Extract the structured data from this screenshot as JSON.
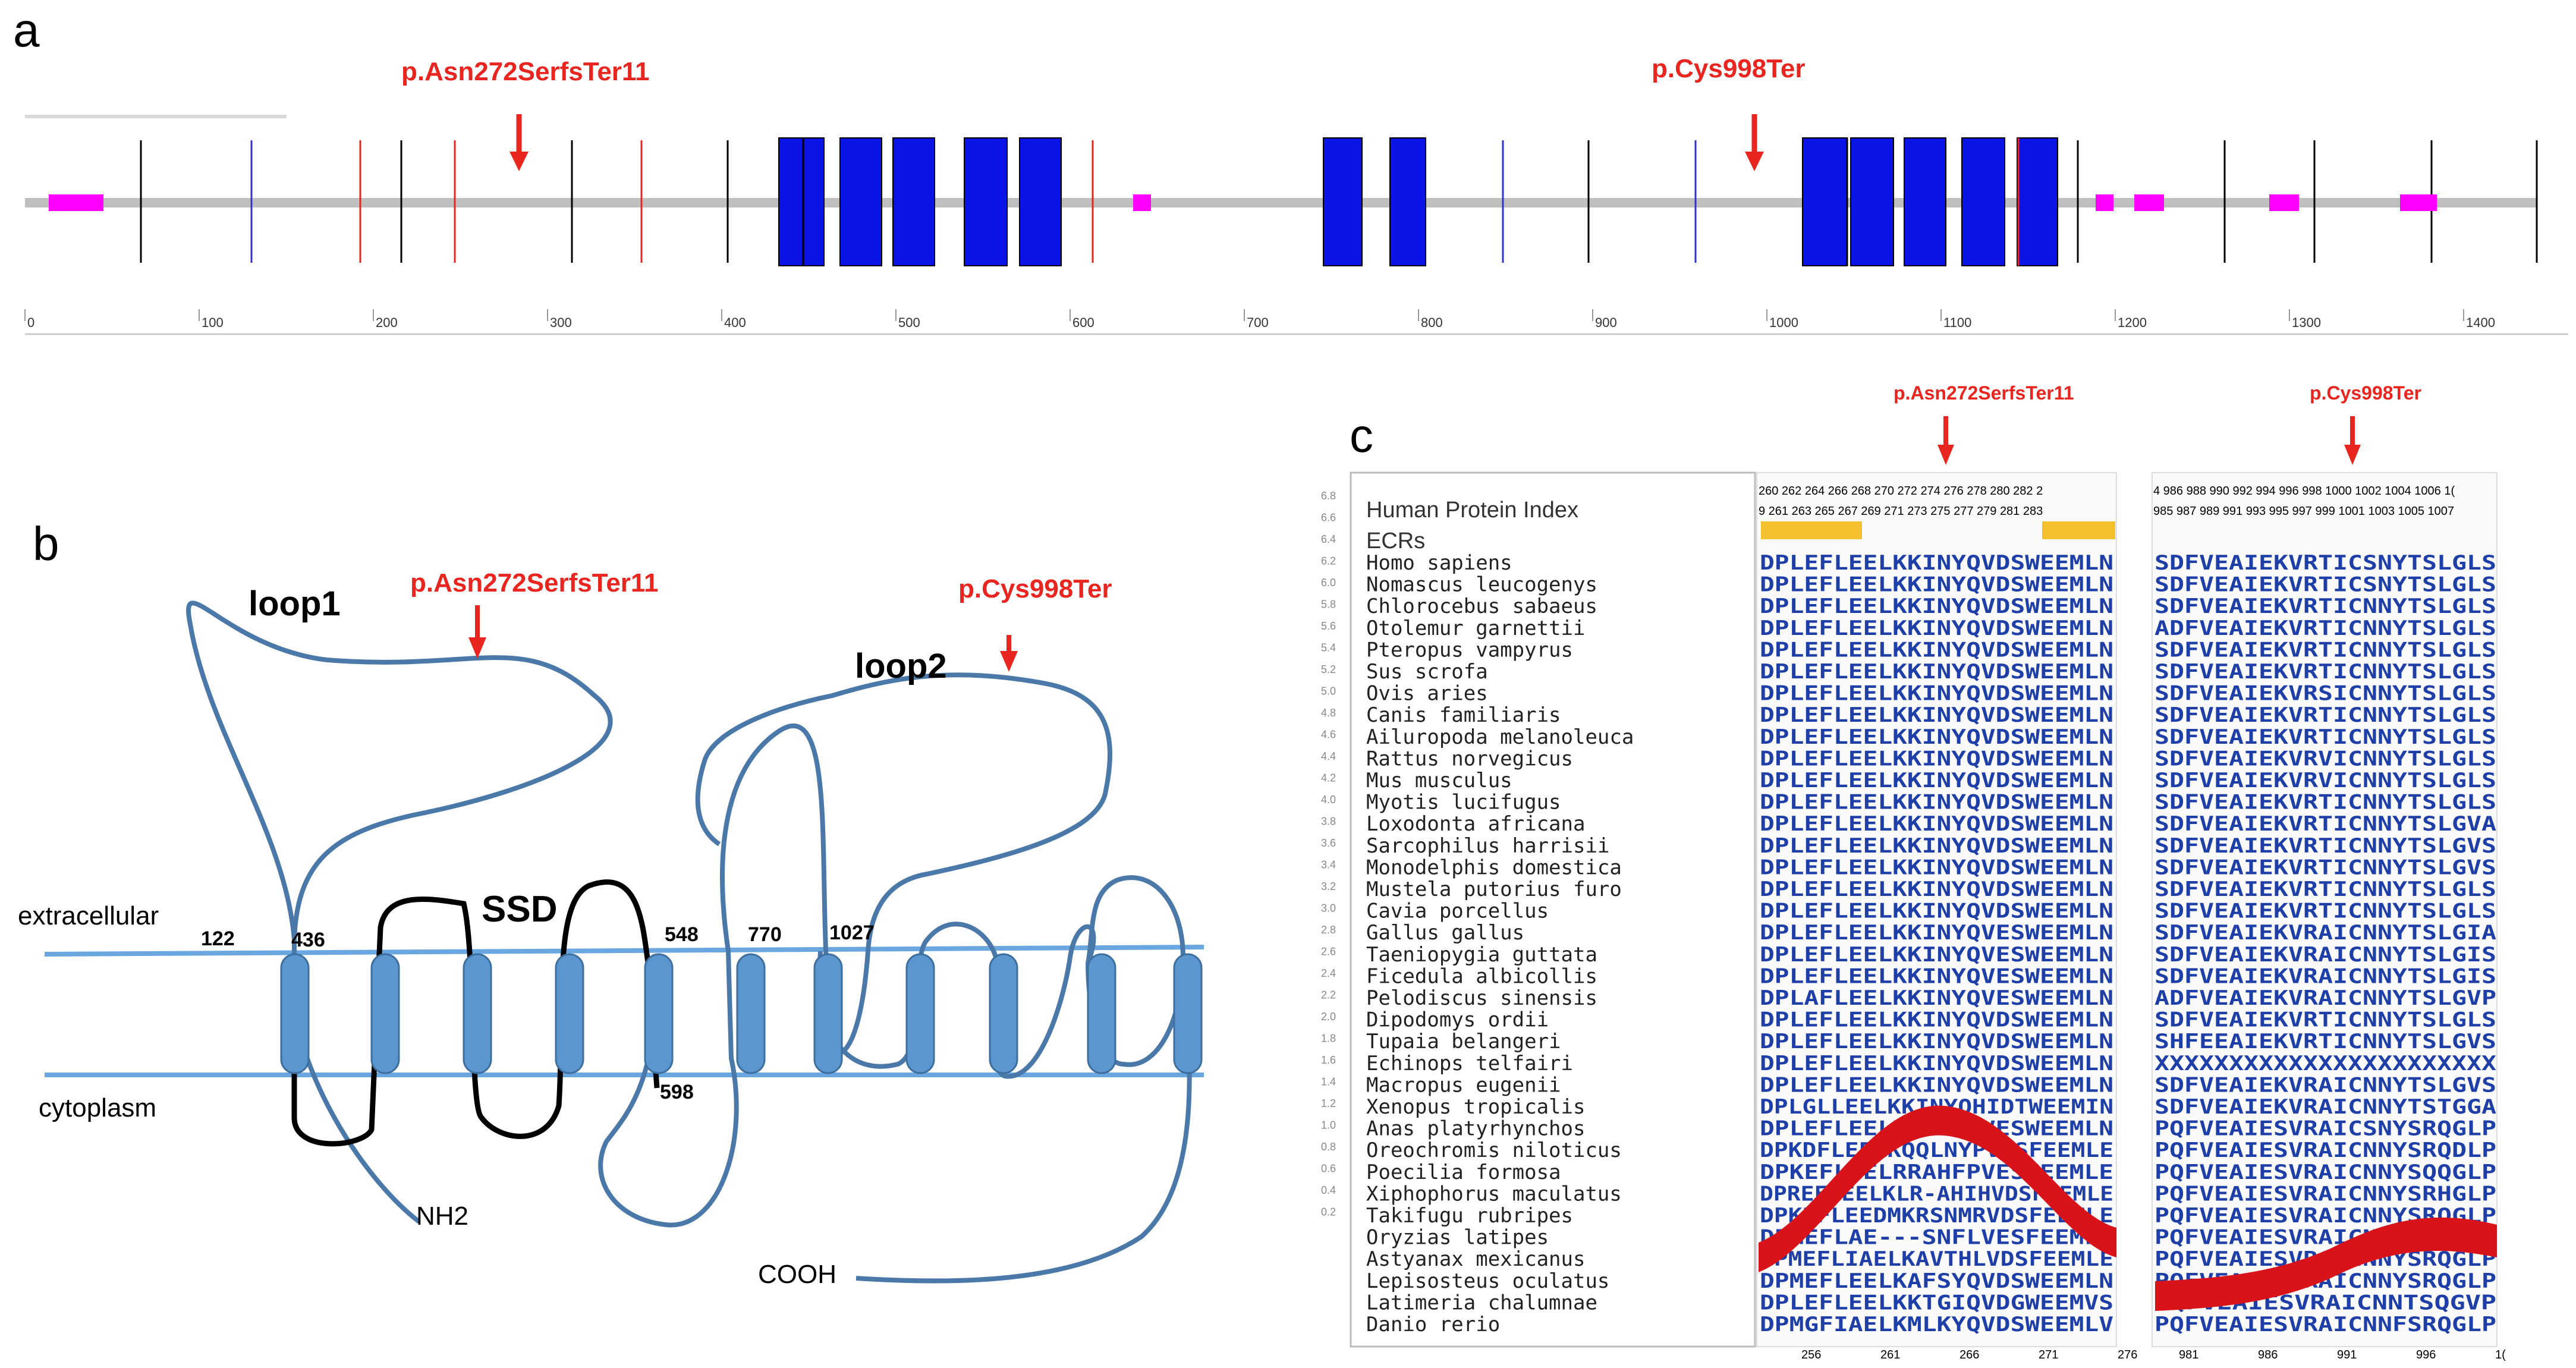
{
  "panel_a": {
    "label": "a",
    "mutation_left": "p.Asn272SerfsTer11",
    "mutation_right": "p.Cys998Ter",
    "axis_ticks": [
      "0",
      "100",
      "200",
      "300",
      "400",
      "500",
      "600",
      "700",
      "800",
      "900",
      "1000",
      "1100",
      "1200",
      "1300",
      "1400"
    ]
  },
  "panel_b": {
    "label": "b",
    "loop1": "loop1",
    "loop2": "loop2",
    "ssd": "SSD",
    "extracellular": "extracellular",
    "cytoplasm": "cytoplasm",
    "nh2": "NH2",
    "cooh": "COOH",
    "mutation_left": "p.Asn272SerfsTer11",
    "mutation_right": "p.Cys998Ter",
    "res_122": "122",
    "res_436": "436",
    "res_548": "548",
    "res_770": "770",
    "res_1027": "1027",
    "res_598": "598"
  },
  "panel_c": {
    "label": "c",
    "mutation_left": "p.Asn272SerfsTer11",
    "mutation_right": "p.Cys998Ter",
    "header_title": "Human Protein Index",
    "ecrs": "ECRs",
    "y_ticks": [
      "6.8",
      "6.6",
      "6.4",
      "6.2",
      "6.0",
      "5.8",
      "5.6",
      "5.4",
      "5.2",
      "5.0",
      "4.8",
      "4.6",
      "4.4",
      "4.2",
      "4.0",
      "3.8",
      "3.6",
      "3.4",
      "3.2",
      "3.0",
      "2.8",
      "2.6",
      "2.4",
      "2.2",
      "2.0",
      "1.8",
      "1.6",
      "1.4",
      "1.2",
      "1.0",
      "0.8",
      "0.6",
      "0.4",
      "0.2"
    ],
    "left_pos_row1": "260  262  264  266  268  270  272  274  276  278  280  282  2",
    "left_pos_row2": "9  261  263  265  267  269  271  273  275  277  279  281  283",
    "right_pos_row1": "4  986  988  990  992  994  996  998  1000  1002  1004  1006  1(",
    "right_pos_row2": "985  987  989  991  993  995  997  999  1001  1003  1005  1007",
    "left_bottom_ticks": [
      "256",
      "261",
      "266",
      "271",
      "276"
    ],
    "right_bottom_ticks": [
      "981",
      "986",
      "991",
      "996",
      "1("
    ],
    "species": [
      "Homo sapiens",
      "Nomascus leucogenys",
      "Chlorocebus sabaeus",
      "Otolemur garnettii",
      "Pteropus vampyrus",
      "Sus scrofa",
      "Ovis aries",
      "Canis familiaris",
      "Ailuropoda melanoleuca",
      "Rattus norvegicus",
      "Mus musculus",
      "Myotis lucifugus",
      "Loxodonta africana",
      "Sarcophilus harrisii",
      "Monodelphis domestica",
      "Mustela putorius furo",
      "Cavia porcellus",
      "Gallus gallus",
      "Taeniopygia guttata",
      "Ficedula albicollis",
      "Pelodiscus sinensis",
      "Dipodomys ordii",
      "Tupaia belangeri",
      "Echinops telfairi",
      "Macropus eugenii",
      "Xenopus tropicalis",
      "Anas platyrhynchos",
      "Oreochromis niloticus",
      "Poecilia formosa",
      "Xiphophorus maculatus",
      "Takifugu rubripes",
      "Oryzias latipes",
      "Astyanax mexicanus",
      "Lepisosteus oculatus",
      "Latimeria chalumnae",
      "Danio rerio"
    ],
    "left_seqs": [
      "DPLEFLEELKKINYQVDSWEEMLN",
      "DPLEFLEELKKINYQVDSWEEMLN",
      "DPLEFLEELKKINYQVDSWEEMLN",
      "DPLEFLEELKKINYQVDSWEEMLN",
      "DPLEFLEELKKINYQVDSWEEMLN",
      "DPLEFLEELKKINYQVDSWEEMLN",
      "DPLEFLEELKKINYQVDSWEEMLN",
      "DPLEFLEELKKINYQVDSWEEMLN",
      "DPLEFLEELKKINYQVDSWEEMLN",
      "DPLEFLEELKKINYQVDSWEEMLN",
      "DPLEFLEELKKINYQVDSWEEMLN",
      "DPLEFLEELKKINYQVDSWEEMLN",
      "DPLEFLEELKKINYQVDSWEEMLN",
      "DPLEFLEELKKINYQVDSWEEMLN",
      "DPLEFLEELKKINYQVDSWEEMLN",
      "DPLEFLEELKKINYQVDSWEEMLN",
      "DPLEFLEELKKINYQVDSWEEMLN",
      "DPLEFLEELKKINYQVESWEEMLN",
      "DPLEFLEELKKINYQVESWEEMLN",
      "DPLEFLEELKKINYQVESWEEMLN",
      "DPLAFLEELKKINYQVESWEEMLN",
      "DPLEFLEELKKINYQVDSWEEMLN",
      "DPLEFLEELKKINYQVDSWEEMLN",
      "DPLEFLEELKKINYQVDSWEEMLN",
      "DPLEFLEELKKINYQVDSWEEMLN",
      "DPLGLLEELKKINYQHIDTWEEMIN",
      "DPLEFLEELKKINYQVESWEEMLN",
      "DPKDFLEELKQQLNYPVESFEEMLE",
      "DPKEFLEELRRAHFPVESFEEMLE",
      "DPREFLEELKLR-AHIHVDSFEEMLE",
      "DPKEFLEEDMKRSNMRVDSFEEMLE",
      "DPMEFLAE---SNFLVESFEEMLE",
      "DPMEFLIAELKAVTHLVDSFEEMLE",
      "DPMEFLEELKAFSYQVDSWEEMLN",
      "DPLEFLEELKKTGIQVDGWEEMVS",
      "DPMGFIAELKMLKYQVDSWEEMLV"
    ],
    "right_seqs": [
      "SDFVEAIEKVRTICSNYTSLGLS",
      "SDFVEAIEKVRTICSNYTSLGLS",
      "SDFVEAIEKVRTICNNYTSLGLS",
      "ADFVEAIEKVRTICNNYTSLGLS",
      "SDFVEAIEKVRTICNNYTSLGLS",
      "SDFVEAIEKVRTICNNYTSLGLS",
      "SDFVEAIEKVRSICNNYTSLGLS",
      "SDFVEAIEKVRTICNNYTSLGLS",
      "SDFVEAIEKVRTICNNYTSLGLS",
      "SDFVEAIEKVRVICNNYTSLGLS",
      "SDFVEAIEKVRVICNNYTSLGLS",
      "SDFVEAIEKVRTICNNYTSLGLS",
      "SDFVEAIEKVRTICNNYTSLGVA",
      "SDFVEAIEKVRTICNNYTSLGVS",
      "SDFVEAIEKVRTICNNYTSLGVS",
      "SDFVEAIEKVRTICNNYTSLGLS",
      "SDFVEAIEKVRTICNNYTSLGLS",
      "SDFVEAIEKVRAICNNYTSLGIA",
      "SDFVEAIEKVRAICNNYTSLGIS",
      "SDFVEAIEKVRAICNNYTSLGIS",
      "ADFVEAIEKVRAICNNYTSLGVP",
      "SDFVEAIEKVRTICNNYTSLGLS",
      "SHFEEAIEKVRTICNNYTSLGVS",
      "XXXXXXXXXXXXXXXXXXXXXXX",
      "SDFVEAIEKVRAICNNYTSLGVS",
      "SDFVEAIEKVRAICNNYTSTGGA",
      "PQFVEAIESVRAICSNYSRQGLP",
      "PQFVEAIESVRAICNNYSRQDLP",
      "PQFVEAIESVRAICNNYSQQGLP",
      "PQFVEAIESVRAICNNYSRHGLP",
      "PQFVEAIESVRAICNNYSRQGLP",
      "PQFVEAIESVRAICNNYSRQGLP",
      "PQFVEAIESVRAICNNYSRQGLP",
      "PQFVEAIESVRAICNNYSRQGLP",
      "PQFVEAIESVRAICNNTSQGVP",
      "PQFVEAIESVRAICNNFSRQGLP"
    ]
  }
}
